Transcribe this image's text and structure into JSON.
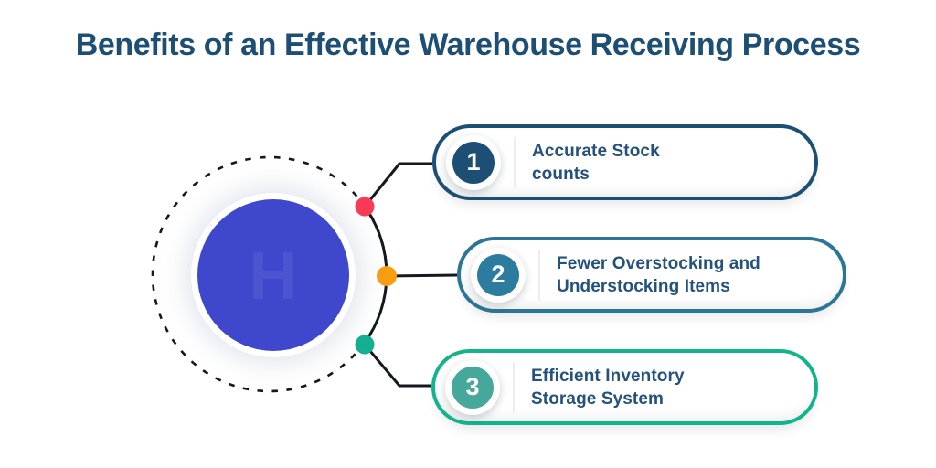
{
  "title": {
    "text": "Benefits of an Effective Warehouse Receiving Process",
    "color": "#1d4e74"
  },
  "hub": {
    "watermark_letter": "H",
    "fill": "#3f48cc"
  },
  "connector": {
    "line_color": "#15181e"
  },
  "text_color": "#24527c",
  "items": [
    {
      "number": "1",
      "label_line1": "Accurate Stock",
      "label_line2": "counts",
      "border_color": "#1d4e74",
      "badge_color": "#1d4e74",
      "dot_color": "#fa3a57"
    },
    {
      "number": "2",
      "label_line1": "Fewer Overstocking and",
      "label_line2": "Understocking Items",
      "border_color": "#2b7695",
      "badge_color": "#2b7c9e",
      "dot_color": "#f99d11"
    },
    {
      "number": "3",
      "label_line1": "Efficient Inventory",
      "label_line2": "Storage System",
      "border_color": "#12b48b",
      "badge_color": "#46a89a",
      "dot_color": "#13b091"
    }
  ]
}
